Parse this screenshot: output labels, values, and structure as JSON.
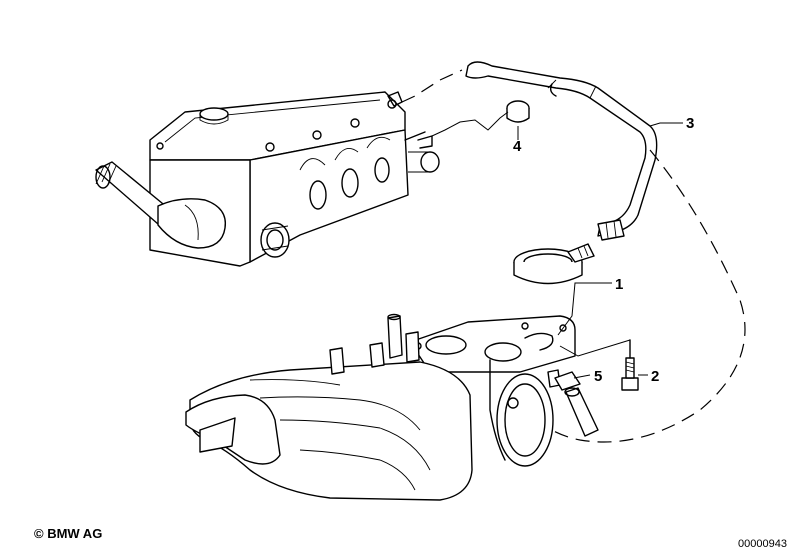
{
  "callouts": [
    {
      "id": "1",
      "label": "1"
    },
    {
      "id": "2",
      "label": "2"
    },
    {
      "id": "3",
      "label": "3"
    },
    {
      "id": "4",
      "label": "4"
    },
    {
      "id": "5",
      "label": "5"
    }
  ],
  "footer": {
    "copyright": "© BMW AG",
    "reference": "00000943"
  }
}
